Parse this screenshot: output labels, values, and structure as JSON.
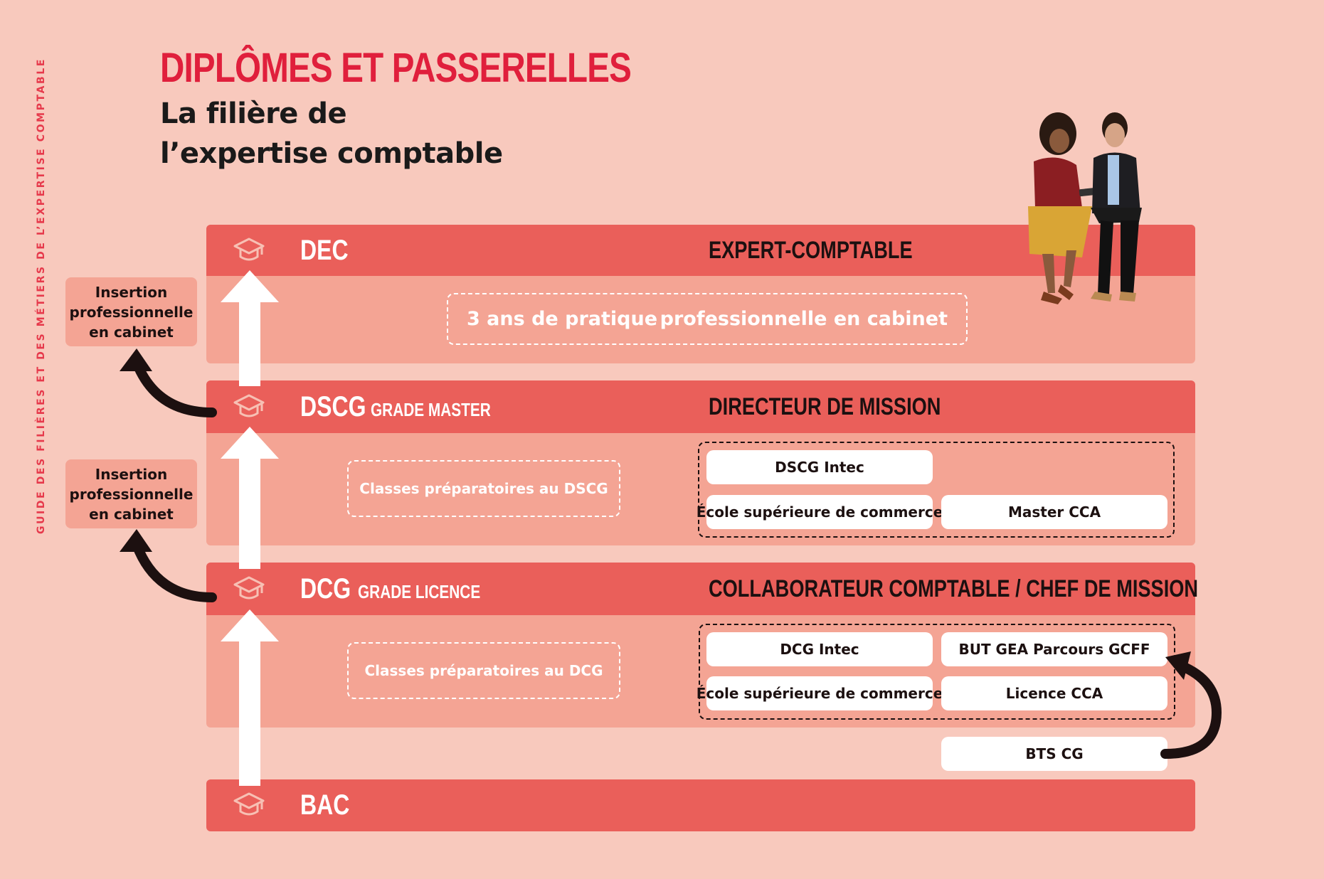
{
  "sidebar_text": "GUIDE DES FILIÈRES ET DES MÉTIERS DE L’EXPERTISE COMPTABLE",
  "header": {
    "title": "DIPLÔMES ET PASSERELLES",
    "subtitle": "La filière de\nl’expertise comptable"
  },
  "levels": {
    "dec": {
      "name": "DEC",
      "job": "EXPERT-COMPTABLE",
      "practice_left": "3 ans de pratique",
      "practice_right": "professionnelle en cabinet"
    },
    "dscg": {
      "name": "DSCG",
      "grade": "GRADE MASTER",
      "job": "DIRECTEUR DE MISSION",
      "prep": "Classes préparatoires au DSCG",
      "paths": [
        "DSCG Intec",
        "École supérieure de commerce",
        "Master CCA"
      ]
    },
    "dcg": {
      "name": "DCG",
      "grade": "GRADE LICENCE",
      "job": "COLLABORATEUR COMPTABLE / CHEF DE MISSION",
      "prep": "Classes préparatoires au DCG",
      "paths": [
        "DCG Intec",
        "BUT GEA Parcours GCFF",
        "École supérieure de commerce",
        "Licence CCA"
      ]
    },
    "bac": {
      "name": "BAC"
    }
  },
  "bts": "BTS CG",
  "insertion": [
    "Insertion\nprofessionnelle\nen cabinet",
    "Insertion\nprofessionnelle\nen cabinet"
  ],
  "colors": {
    "background": "#f8c9bd",
    "band": "#ea5f5a",
    "panel": "#f4a494",
    "title": "#e01f3c",
    "text": "#1c1010"
  },
  "icons": [
    "graduation-cap-icon",
    "up-arrow-icon",
    "curved-arrow-icon"
  ]
}
